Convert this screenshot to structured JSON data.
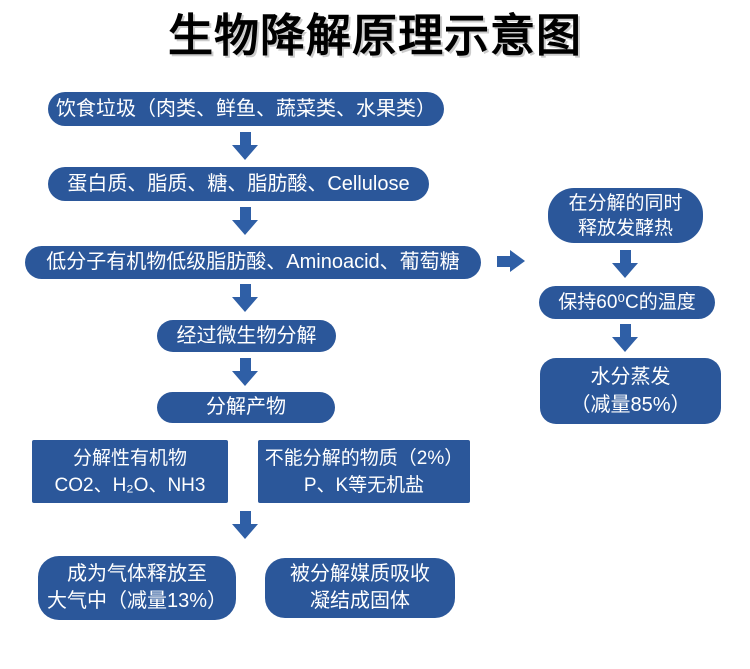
{
  "title": "生物降解原理示意图",
  "colors": {
    "box": "#2b579a",
    "arrow": "#2f5fa6",
    "boxtext": "#ffffff",
    "titletext": "#000000",
    "bg": "#ffffff"
  },
  "main_flow": {
    "food_waste": "饮食垃圾（肉类、鲜鱼、蔬菜类、水果类）",
    "macromolecules": "蛋白质、脂质、糖、脂肪酸、Cellulose",
    "low_molecular": "低分子有机物低级脂肪酸、Aminoacid、葡萄糖",
    "microbial_decomposition": "经过微生物分解",
    "decomposition_products": "分解产物"
  },
  "products_split": {
    "decomposable": {
      "line1": "分解性有机物",
      "line2": "CO2、H₂O、NH3"
    },
    "non_decomposable": {
      "line1": "不能分解的物质（2%）",
      "line2": "P、K等无机盐"
    }
  },
  "outcomes": {
    "gas": {
      "line1": "成为气体释放至",
      "line2": "大气中（减量13%）"
    },
    "solid": {
      "line1": "被分解媒质吸收",
      "line2": "凝结成固体"
    }
  },
  "heat_branch": {
    "ferment_heat": {
      "line1": "在分解的同时",
      "line2": "释放发酵热"
    },
    "temperature": "保持60⁰C的温度",
    "evaporation": {
      "line1": "水分蒸发",
      "line2": "（减量85%）"
    }
  }
}
